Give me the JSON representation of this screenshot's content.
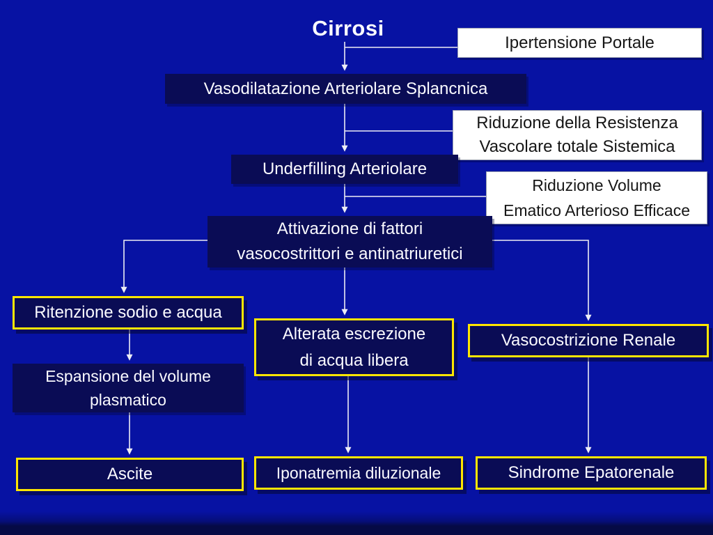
{
  "slide": {
    "title": "Cirrosi",
    "colors": {
      "background": "#0712A3",
      "dark_box": "#0A0C55",
      "yellow_border": "#FFE600",
      "white_box": "#FFFFFF",
      "connector": "#EDEDF5",
      "bottom_shadow_band": "#050A45"
    }
  },
  "nodes": {
    "cirrosi": {
      "label": "Cirrosi"
    },
    "ipertensione_portale": {
      "label": "Ipertensione Portale"
    },
    "vasodilatazione": {
      "label": "Vasodilatazione Arteriolare Splancnica"
    },
    "riduzione_resistenza": {
      "label": "Riduzione della Resistenza\nVascolare totale Sistemica"
    },
    "underfilling": {
      "label": "Underfilling Arteriolare"
    },
    "riduzione_volume": {
      "label": "Riduzione Volume\nEmatico Arterioso Efficace"
    },
    "attivazione": {
      "label": "Attivazione di fattori\nvasocostrittori e antinatriuretici"
    },
    "ritenzione": {
      "label": "Ritenzione sodio e acqua"
    },
    "alterata": {
      "label": "Alterata escrezione\ndi acqua libera"
    },
    "vasocostrizione": {
      "label": "Vasocostrizione Renale"
    },
    "espansione": {
      "label": "Espansione del volume\nplasmatico"
    },
    "ascite": {
      "label": "Ascite"
    },
    "iponatremia": {
      "label": "Iponatremia diluzionale"
    },
    "sindrome": {
      "label": "Sindrome Epatorenale"
    }
  },
  "edges": [
    {
      "from": "cirrosi",
      "to": "vasodilatazione",
      "arrow": true
    },
    {
      "from": "cirrosi",
      "to": "ipertensione_portale",
      "arrow": false
    },
    {
      "from": "vasodilatazione",
      "to": "underfilling",
      "arrow": true
    },
    {
      "from": "vasodilatazione",
      "to": "riduzione_resistenza",
      "arrow": false
    },
    {
      "from": "underfilling",
      "to": "attivazione",
      "arrow": true
    },
    {
      "from": "underfilling",
      "to": "riduzione_volume",
      "arrow": false
    },
    {
      "from": "attivazione",
      "to": "ritenzione",
      "arrow": true
    },
    {
      "from": "attivazione",
      "to": "alterata",
      "arrow": true
    },
    {
      "from": "attivazione",
      "to": "vasocostrizione",
      "arrow": true
    },
    {
      "from": "ritenzione",
      "to": "espansione",
      "arrow": true
    },
    {
      "from": "espansione",
      "to": "ascite",
      "arrow": true
    },
    {
      "from": "alterata",
      "to": "iponatremia",
      "arrow": true
    },
    {
      "from": "vasocostrizione",
      "to": "sindrome",
      "arrow": true
    }
  ]
}
